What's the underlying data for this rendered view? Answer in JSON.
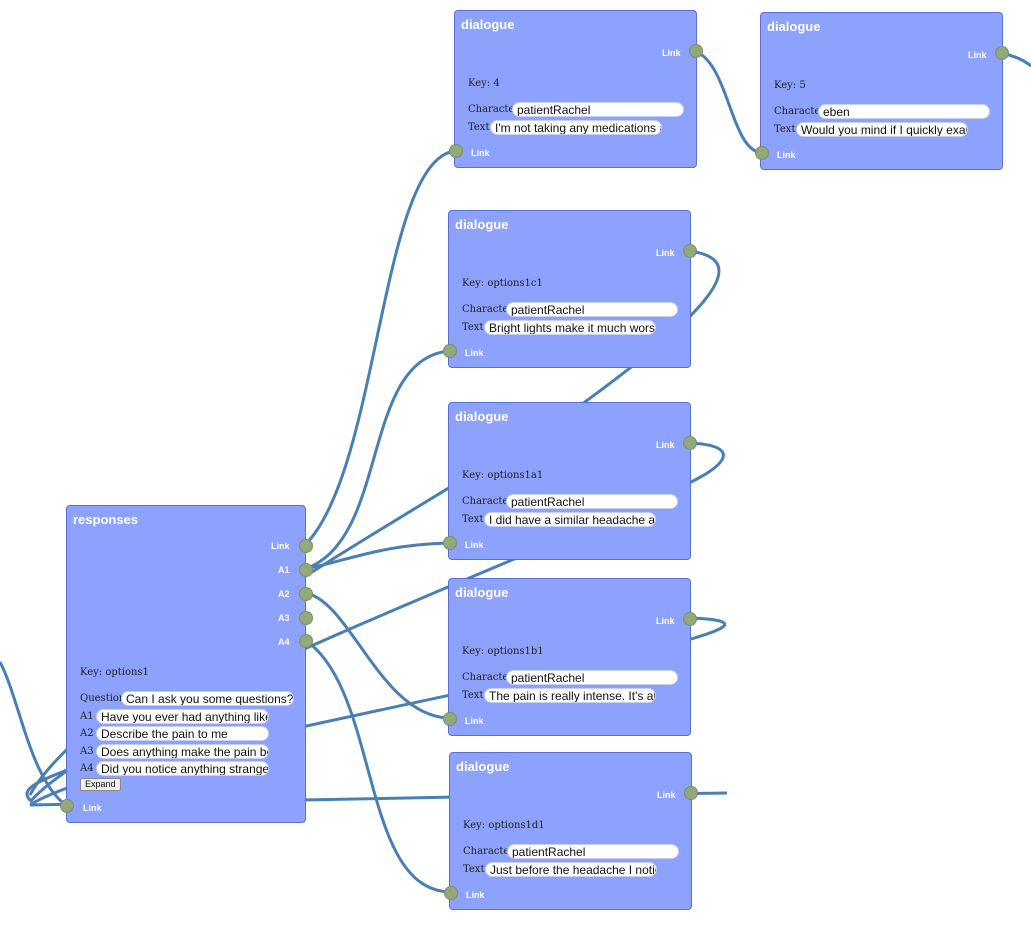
{
  "common": {
    "link": "Link"
  },
  "nodes": {
    "d4": {
      "title": "dialogue",
      "key": "Key: 4",
      "character_label": "Character",
      "text_label": "Text",
      "character": "patientRachel",
      "text": "I'm not taking any medications at the moment"
    },
    "d5": {
      "title": "dialogue",
      "key": "Key: 5",
      "character_label": "Character",
      "text_label": "Text",
      "character": "eben",
      "text": "Would you mind if I quickly examine you"
    },
    "dc1": {
      "title": "dialogue",
      "key": "Key: options1c1",
      "character_label": "Character",
      "text_label": "Text",
      "character": "patientRachel",
      "text": "Bright lights make it much worse"
    },
    "da1": {
      "title": "dialogue",
      "key": "Key: options1a1",
      "character_label": "Character",
      "text_label": "Text",
      "character": "patientRachel",
      "text": "I did have a similar headache a few years ago"
    },
    "db1": {
      "title": "dialogue",
      "key": "Key: options1b1",
      "character_label": "Character",
      "text_label": "Text",
      "character": "patientRachel",
      "text": "The pain is really intense. It's all over my head"
    },
    "dd1": {
      "title": "dialogue",
      "key": "Key: options1d1",
      "character_label": "Character",
      "text_label": "Text",
      "character": "patientRachel",
      "text": "Just before the headache I noticed flashing lights"
    },
    "resp": {
      "title": "responses",
      "key": "Key: options1",
      "ports": [
        "A1",
        "A2",
        "A3",
        "A4"
      ],
      "question_label": "Question",
      "question": "Can I ask you some questions?",
      "answers": [
        {
          "label": "A1",
          "value": "Have you ever had anything like this before?"
        },
        {
          "label": "A2",
          "value": "Describe the pain to me"
        },
        {
          "label": "A3",
          "value": "Does anything make the pain better or worse?"
        },
        {
          "label": "A4",
          "value": "Did you notice anything strange before the headache?"
        }
      ],
      "expand": "Expand"
    }
  }
}
